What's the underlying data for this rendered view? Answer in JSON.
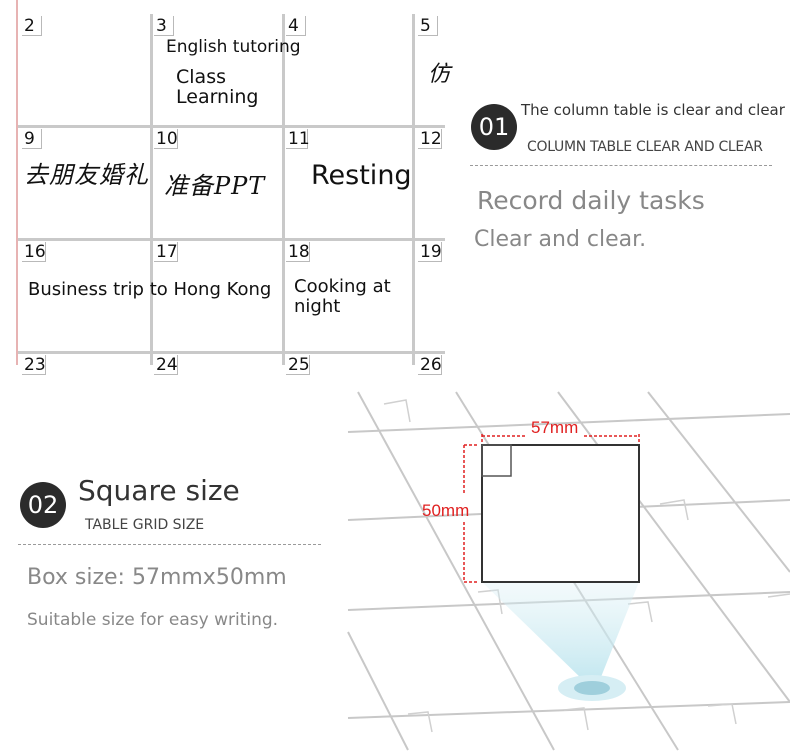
{
  "calendar": {
    "days": [
      "2",
      "3",
      "4",
      "5",
      "9",
      "10",
      "11",
      "12",
      "16",
      "17",
      "18",
      "19",
      "23",
      "24",
      "25",
      "26"
    ],
    "notes": {
      "english_tutoring": "English tutoring",
      "class_learning_line1": "Class",
      "class_learning_line2": "Learning",
      "partial_char": "仿",
      "wedding": "去朋友婚礼",
      "prepare_ppt": "准备PPT",
      "resting": "Resting",
      "business_trip": "Business trip to Hong Kong",
      "cooking_line1": "Cooking at",
      "cooking_line2": "night"
    }
  },
  "section1": {
    "number": "01",
    "title": "The column table is clear and clear",
    "subtitle": "COLUMN TABLE CLEAR AND CLEAR",
    "line1": "Record daily tasks",
    "line2": "Clear and clear."
  },
  "section2": {
    "number": "02",
    "title": "Square size",
    "subtitle": "TABLE GRID SIZE",
    "line1": "Box size: 57mmx50mm",
    "line2": "Suitable size for easy writing."
  },
  "diagram": {
    "width_label": "57mm",
    "height_label": "50mm",
    "accent_color": "#e02020",
    "light_color": "#bfe6ef"
  }
}
